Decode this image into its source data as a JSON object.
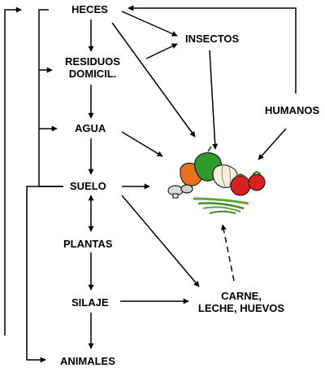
{
  "nodes": {
    "heces": "HECES",
    "insectos": "INSECTOS",
    "residuos_1": "RESIDUOS",
    "residuos_2": "DOMICIL.",
    "humanos": "HUMANOS",
    "agua": "AGUA",
    "suelo": "SUELO",
    "plantas": "PLANTAS",
    "silaje": "SILAJE",
    "carne_1": "CARNE,",
    "carne_2": "LECHE, HUEVOS",
    "animales": "ANIMALES"
  },
  "icons": {
    "food": "vegetables-icon"
  },
  "colors": {
    "lines": "#000000",
    "pepper_green": "#2e9a2a",
    "pepper_orange": "#e8721c",
    "tomato": "#d9201e",
    "garlic": "#f4eedc",
    "onion_stalk": "#5aa83a"
  }
}
